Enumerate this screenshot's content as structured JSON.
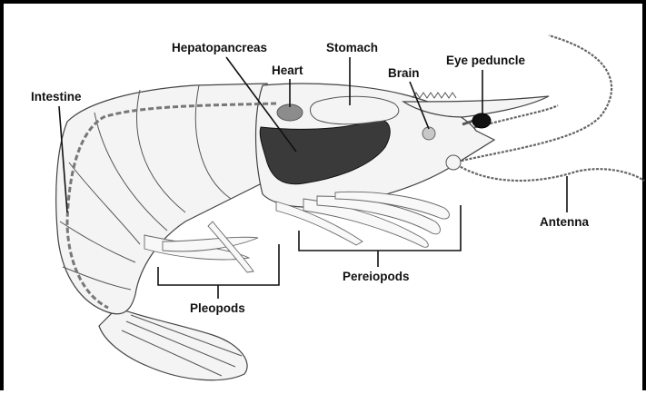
{
  "diagram": {
    "labels": {
      "hepatopancreas": "Hepatopancreas",
      "stomach": "Stomach",
      "heart": "Heart",
      "brain": "Brain",
      "eye_peduncle": "Eye peduncle",
      "intestine": "Intestine",
      "antenna": "Antenna",
      "pereiopods": "Pereiopods",
      "pleopods": "Pleopods"
    },
    "colors": {
      "hepatopancreas": "#3a3a3a",
      "heart": "#8c8c8c",
      "brain": "#c8c8c8",
      "eye": "#111111",
      "body": "#f4f4f4"
    }
  }
}
